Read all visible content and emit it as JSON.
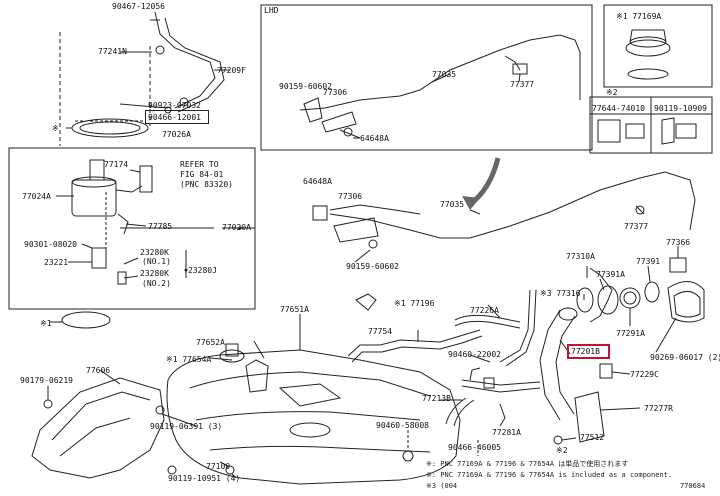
{
  "labels": {
    "p90467_12056": "90467-12056",
    "p77241N": "77241N",
    "p77209F": "77209F",
    "p90923_07032": "90923-07032",
    "p90466_12001": "90466-12001",
    "p77026A": "77026A",
    "sx_ring": "※",
    "p77174": "77174",
    "refer_to": "REFER TO",
    "fig": "FIG 84-01",
    "pnc": "(PNC 83320)",
    "p77024A": "77024A",
    "p77785": "77785",
    "p77020A": "77020A",
    "p90301_08020": "90301-08020",
    "p23280K_1": "23280K",
    "no1": "(NO.1)",
    "p23221": "23221",
    "p23280K_2": "23280K",
    "p23280J": "23280J",
    "no2": "(NO.2)",
    "lhd": "LHD",
    "p90159_60602_a": "90159-60602",
    "p77306_a": "77306",
    "p77035_a": "77035",
    "p77377_a": "77377",
    "p64648A_a": "64648A",
    "sx_77169A": "※1 77169A",
    "sx2": "※2",
    "p77644_74010": "77644-74010",
    "p90119_10909": "90119-10909",
    "p64648A_b": "64648A",
    "p77306_b": "77306",
    "p77035_b": "77035",
    "p90159_60602_b": "90159-60602",
    "p77377_b": "77377",
    "p77366": "77366",
    "p77310A": "77310A",
    "p77391A": "77391A",
    "p77391": "77391",
    "p77316": "※3 77316",
    "p77291A": "77291A",
    "p77201B": "77201B",
    "p90269_06017": "90269-06017 (2)",
    "p77229C": "77229C",
    "p77196": "※1 77196",
    "p77651A": "77651A",
    "p77754": "77754",
    "p77226A": "77226A",
    "p90460_22002": "90460-22002",
    "sx_left": "※1",
    "p77652A": "77652A",
    "p77654A": "※1 77654A",
    "p90179_06219": "90179-06219",
    "p77606": "77606",
    "p77213B": "77213B",
    "p90460_58008": "90460-58008",
    "p90466_46005": "90466-46005",
    "p77281A": "77281A",
    "p77277R": "77277R",
    "p77512": "77512",
    "p90119_06391": "90119-06391 (3)",
    "p77100": "77100",
    "p90119_10951": "90119-10951 (4)",
    "sx2b": "※2",
    "note1": "※: PNC 77169A & 77196 & 77654A は単品で使用されます",
    "note2": "※: PNC 77169A & 77196 & 77654A is included as a component.",
    "note3": "※3 (004",
    "figno": "770684"
  },
  "highlight_color": "#c8102e",
  "icons": [
    "fuel-tank-icon",
    "fuel-pump-icon",
    "filler-pipe-icon",
    "hose-icon",
    "clamp-icon",
    "bracket-icon",
    "gasket-icon",
    "cap-icon"
  ]
}
